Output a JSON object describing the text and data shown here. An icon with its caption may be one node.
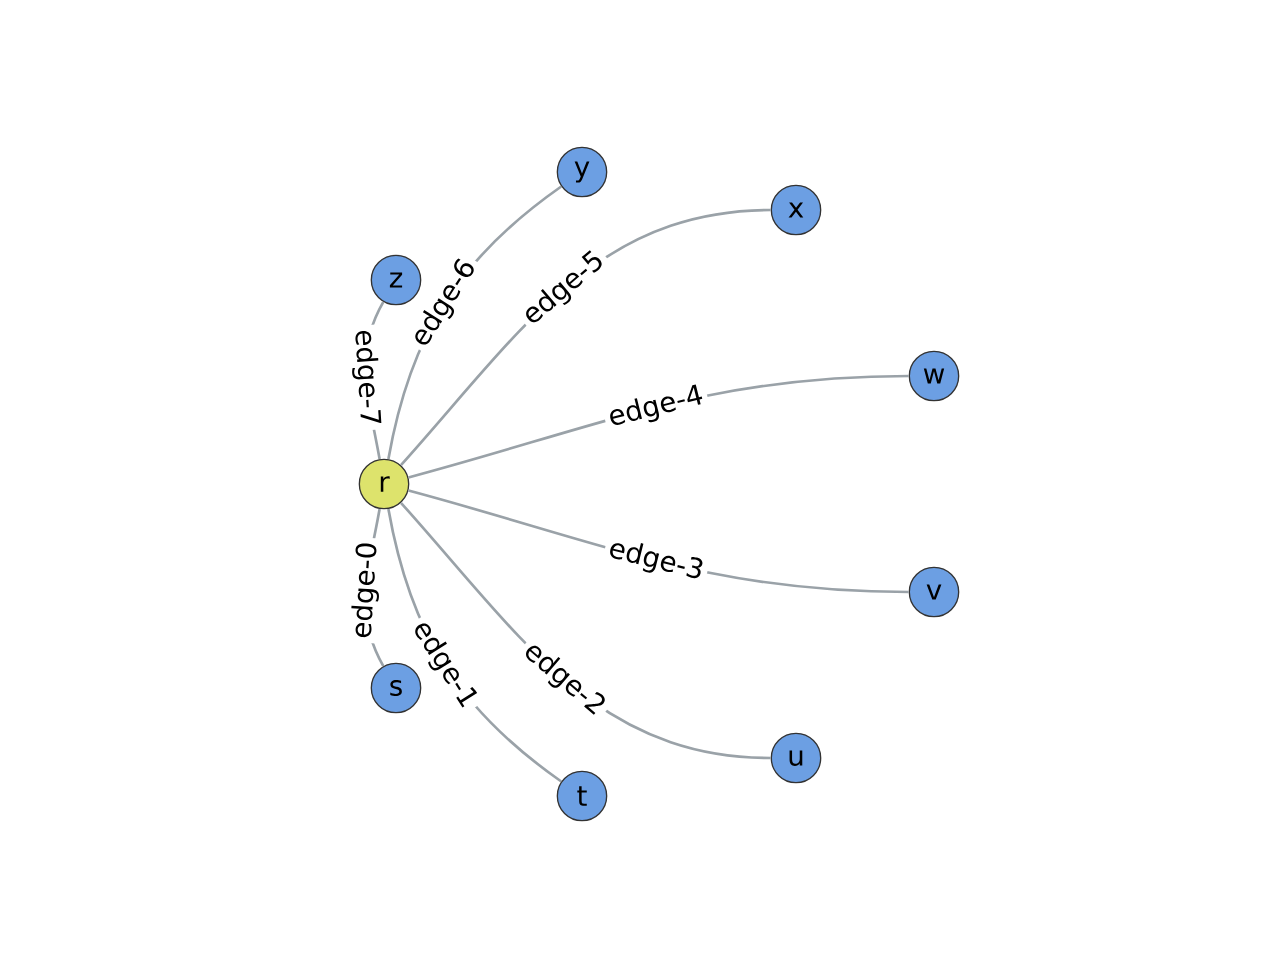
{
  "diagram": {
    "nodes": [
      {
        "text": [
          "r"
        ]
      },
      {
        "text": [
          "s"
        ]
      },
      {
        "text": [
          "t"
        ]
      },
      {
        "text": [
          "u"
        ]
      },
      {
        "text": [
          "v"
        ]
      },
      {
        "text": [
          "w"
        ]
      },
      {
        "text": [
          "x"
        ]
      },
      {
        "text": [
          "y"
        ]
      },
      {
        "text": [
          "z"
        ]
      }
    ],
    "edges": [
      {
        "from": 0,
        "to": 1,
        "arrow": "none",
        "label": "edge-0"
      },
      {
        "from": 0,
        "to": 2,
        "arrow": "none",
        "label": "edge-1"
      },
      {
        "from": 0,
        "to": 3,
        "arrow": "none",
        "label": "edge-2"
      },
      {
        "from": 0,
        "to": 4,
        "arrow": "none",
        "label": "edge-3"
      },
      {
        "from": 0,
        "to": 5,
        "arrow": "none",
        "label": "edge-4"
      },
      {
        "from": 0,
        "to": 6,
        "arrow": "none",
        "label": "edge-5"
      },
      {
        "from": 0,
        "to": 7,
        "arrow": "none",
        "label": "edge-6"
      },
      {
        "from": 0,
        "to": 8,
        "arrow": "none",
        "label": "edge-7"
      }
    ]
  }
}
